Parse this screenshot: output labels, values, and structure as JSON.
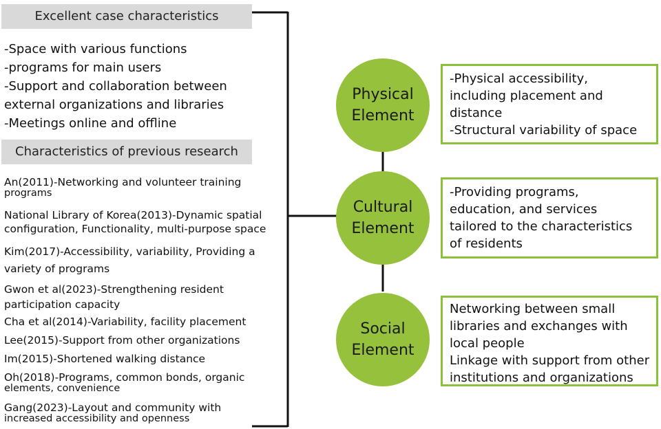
{
  "excellent": {
    "header": "Excellent case characteristics",
    "items": [
      "-Space with various functions",
      "-programs for main users",
      "-Support and collaboration between",
      "external organizations and libraries",
      "-Meetings online and offline"
    ]
  },
  "previous": {
    "header": "Characteristics of previous research",
    "refs": [
      [
        "An(2011)-Networking and volunteer training",
        "programs"
      ],
      [
        "National Library of Korea(2013)-Dynamic spatial",
        "configuration, Functionality, multi-purpose space"
      ],
      [
        "Kim(2017)-Accessibility, variability, Providing a",
        "variety of programs"
      ],
      [
        "Gwon et al(2023)-Strengthening resident",
        "participation capacity"
      ],
      [
        "Cha et al(2014)-Variability, facility placement"
      ],
      [
        "Lee(2015)-Support from other organizations"
      ],
      [
        "Im(2015)-Shortened walking distance"
      ],
      [
        "Oh(2018)-Programs, common bonds, organic",
        "elements, convenience"
      ],
      [
        "Gang(2023)-Layout and community with",
        "increased accessibility and openness"
      ]
    ]
  },
  "elements": [
    {
      "name": [
        "Physical",
        "Element"
      ],
      "desc": [
        "-Physical accessibility,",
        "including placement and",
        "distance",
        "-Structural variability of space"
      ]
    },
    {
      "name": [
        "Cultural",
        "Element"
      ],
      "desc": [
        "-Providing programs,",
        "education, and services",
        "tailored to the characteristics",
        "of residents"
      ]
    },
    {
      "name": [
        "Social",
        "Element"
      ],
      "desc": [
        "Networking between small",
        "libraries and exchanges with",
        "local people",
        "Linkage with support from other",
        "institutions and organizations"
      ]
    }
  ],
  "colors": {
    "circle": "#96c13c",
    "box_border": "#8dc03a",
    "header_bg": "#d9d9d9",
    "line": "#111111"
  }
}
